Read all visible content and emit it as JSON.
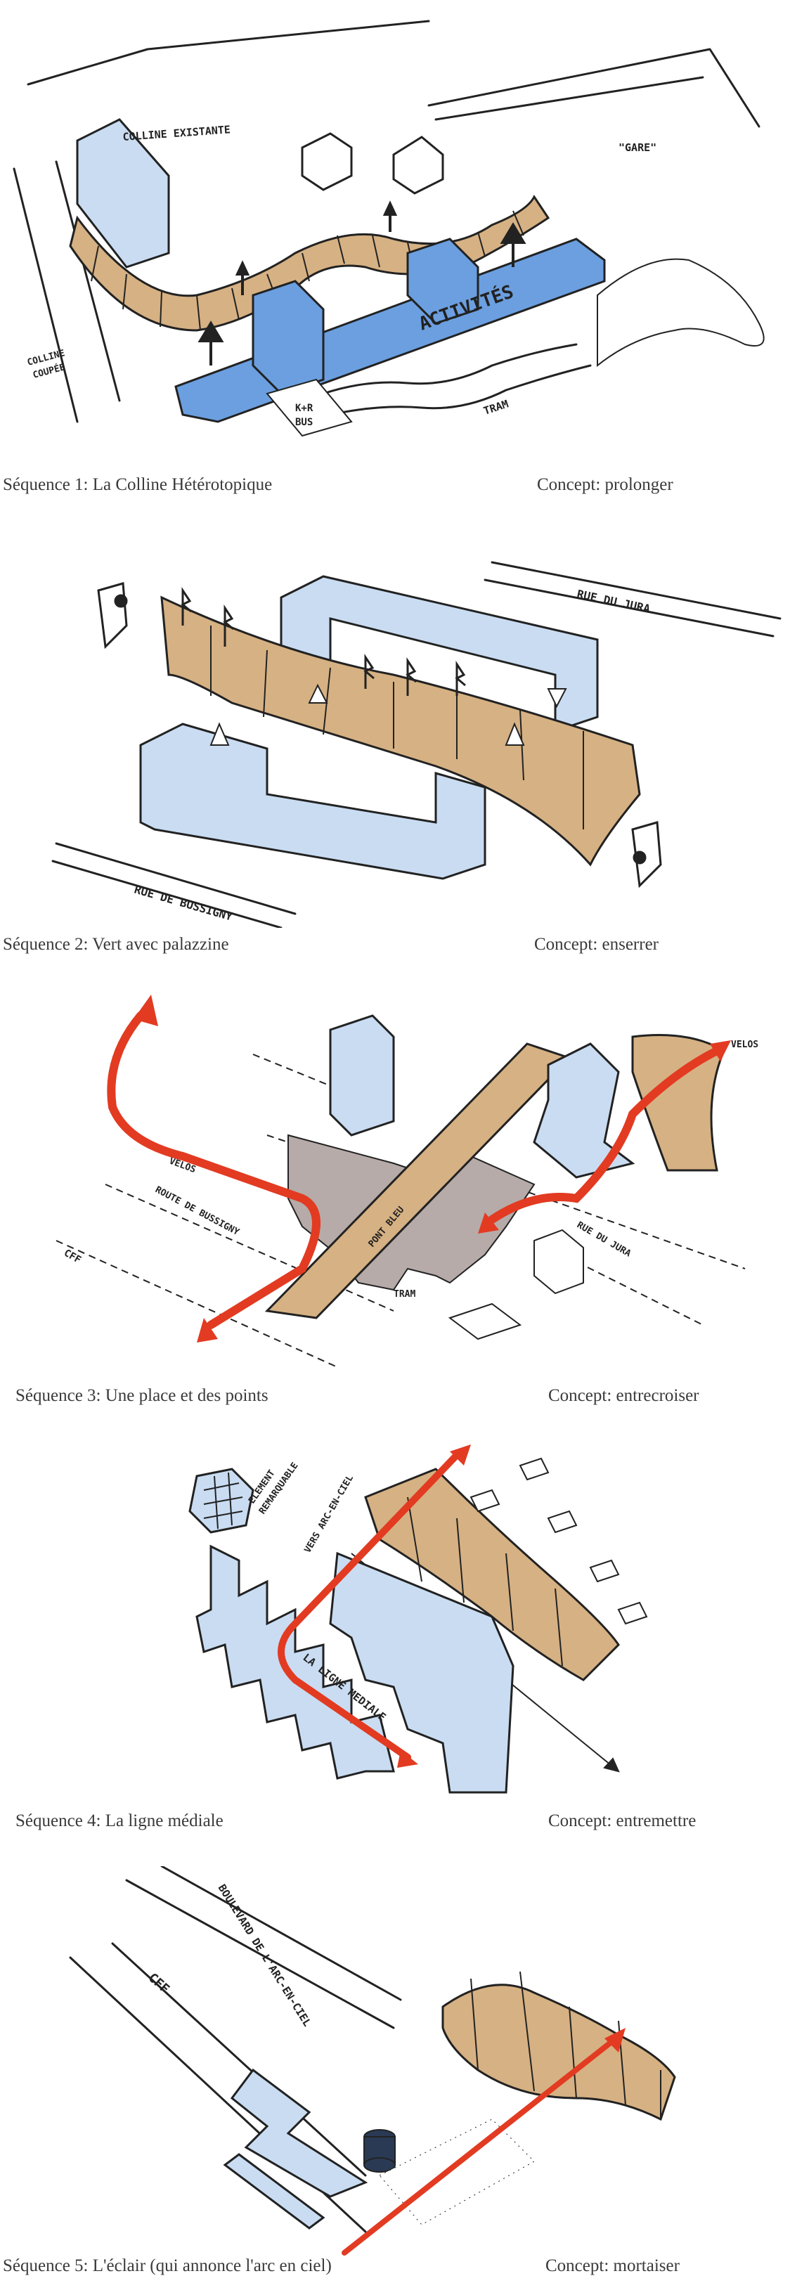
{
  "colors": {
    "building_blue": "#c9dcf2",
    "activity_blue": "#6b9fe0",
    "hill_tan": "#d6b183",
    "route_red": "#e23b22",
    "place_grey": "#b6aba8",
    "ink": "#222222"
  },
  "sequences": [
    {
      "caption": "Séquence 1: La Colline Hétérotopique",
      "concept": "Concept: prolonger",
      "labels": {
        "colline": "COLLINE EXISTANTE",
        "gare": "\"GARE\"",
        "activites": "ACTIVITÉS",
        "coupee1": "COLLINE",
        "coupee2": "COUPÉE",
        "kr": "K+R",
        "bus": "BUS",
        "tram": "TRAM"
      }
    },
    {
      "caption": "Séquence 2: Vert avec palazzine",
      "concept": "Concept: enserrer",
      "labels": {
        "jura": "RUE DU JURA",
        "bussigny": "RUE DE BUSSIGNY"
      }
    },
    {
      "caption": "Séquence 3: Une place et des points",
      "concept": "Concept: entrecroiser",
      "labels": {
        "velos_left": "VELOS",
        "velos_right": "VELOS",
        "route": "ROUTE DE BUSSIGNY",
        "cff": "CFF",
        "pont": "PONT BLEU",
        "tram": "TRAM",
        "jura": "RUE DU JURA"
      }
    },
    {
      "caption": "Séquence 4: La ligne médiale",
      "concept": "Concept: entremettre",
      "labels": {
        "element1": "ELEMENT",
        "element2": "REMARQUABLE",
        "vers": "VERS ARC-EN-CIEL",
        "ligne": "LA LIGNE MEDIALE"
      }
    },
    {
      "caption": "Séquence 5: L'éclair (qui annonce l'arc en ciel)",
      "concept": "Concept: mortaiser",
      "labels": {
        "boulevard": "BOULEVARD DE L'ARC-EN-CIEL",
        "cff": "CFF"
      }
    }
  ]
}
